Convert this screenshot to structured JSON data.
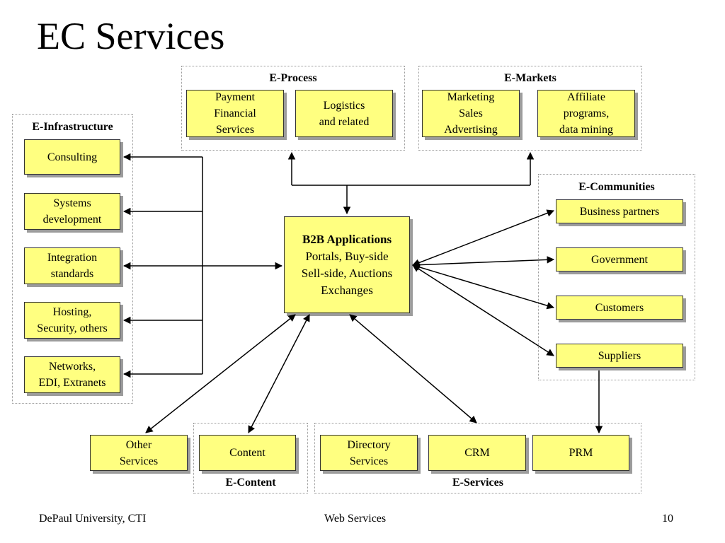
{
  "title": "EC Services",
  "groups": {
    "e_process": {
      "label": "E-Process",
      "boxes": [
        [
          "Payment",
          "Financial",
          "Services"
        ],
        [
          "Logistics",
          "and related"
        ]
      ]
    },
    "e_markets": {
      "label": "E-Markets",
      "boxes": [
        [
          "Marketing",
          "Sales",
          "Advertising"
        ],
        [
          "Affiliate",
          "programs,",
          "data mining"
        ]
      ]
    },
    "e_infrastructure": {
      "label": "E-Infrastructure",
      "boxes": [
        [
          "Consulting"
        ],
        [
          "Systems",
          "development"
        ],
        [
          "Integration",
          "standards"
        ],
        [
          "Hosting,",
          "Security, others"
        ],
        [
          "Networks,",
          "EDI, Extranets"
        ]
      ]
    },
    "e_communities": {
      "label": "E-Communities",
      "boxes": [
        [
          "Business partners"
        ],
        [
          "Government"
        ],
        [
          "Customers"
        ],
        [
          "Suppliers"
        ]
      ]
    },
    "e_content": {
      "label": "E-Content",
      "boxes": [
        [
          "Content"
        ]
      ]
    },
    "e_services": {
      "label": "E-Services",
      "boxes": [
        [
          "Directory",
          "Services"
        ],
        [
          "CRM"
        ],
        [
          "PRM"
        ]
      ]
    }
  },
  "other": [
    "Other",
    "Services"
  ],
  "center": {
    "title": "B2B Applications",
    "lines": [
      "Portals, Buy-side",
      "Sell-side, Auctions",
      "Exchanges"
    ]
  },
  "footer": {
    "left": "DePaul University, CTI",
    "center": "Web Services",
    "page": "10"
  }
}
